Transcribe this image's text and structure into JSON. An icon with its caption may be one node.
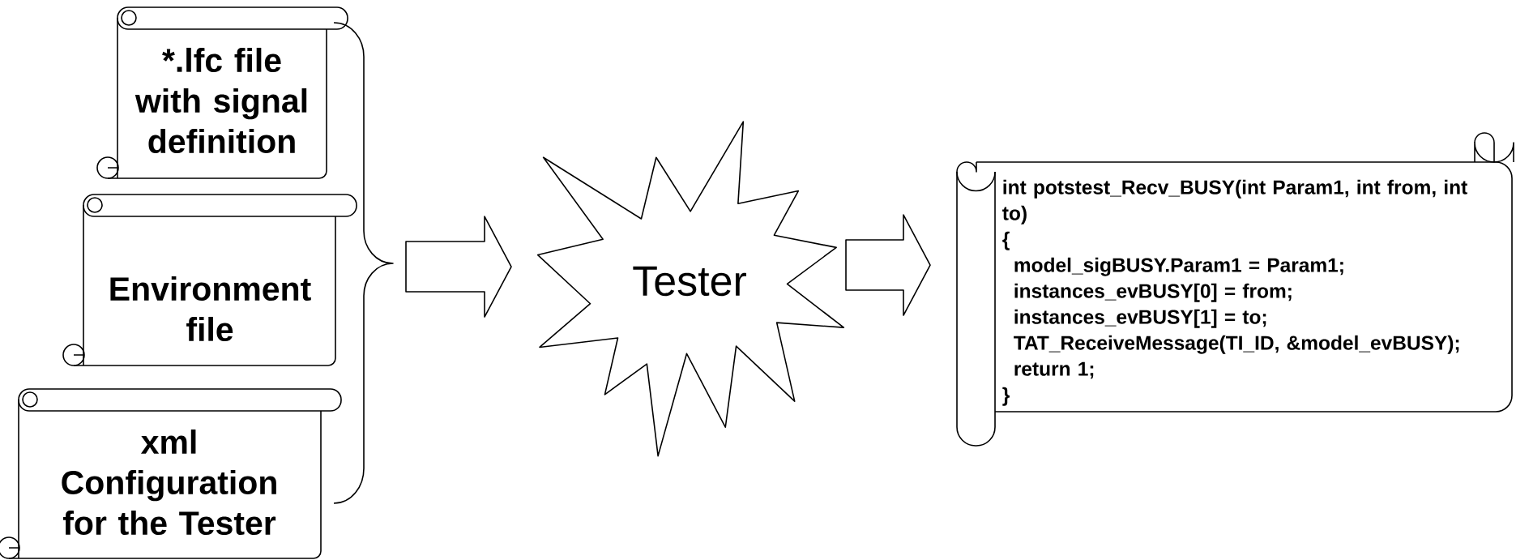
{
  "diagram": {
    "nodes": [
      {
        "text": [
          "*.lfc file with signal definition"
        ]
      },
      {
        "text": [
          "Environment file"
        ]
      },
      {
        "text": [
          "xml Configuration for the Tester"
        ]
      },
      {
        "text": [
          "Tester"
        ]
      },
      {
        "text": [
          "int potstest_Recv_BUSY(int Param1, int from, int to)",
          "{",
          "model_sigBUSY.Param1 = Param1;",
          "instances_evBUSY[0] = from;",
          "instances_evBUSY[1] = to;",
          "TAT_ReceiveMessage(TI_ID, &model_evBUSY);",
          "return 1;",
          "}"
        ]
      }
    ],
    "edges": [
      {
        "from": 0,
        "to": 3,
        "arrow": "to"
      },
      {
        "from": 1,
        "to": 3,
        "arrow": "to"
      },
      {
        "from": 2,
        "to": 3,
        "arrow": "to"
      },
      {
        "from": 3,
        "to": 4,
        "arrow": "to"
      }
    ]
  }
}
